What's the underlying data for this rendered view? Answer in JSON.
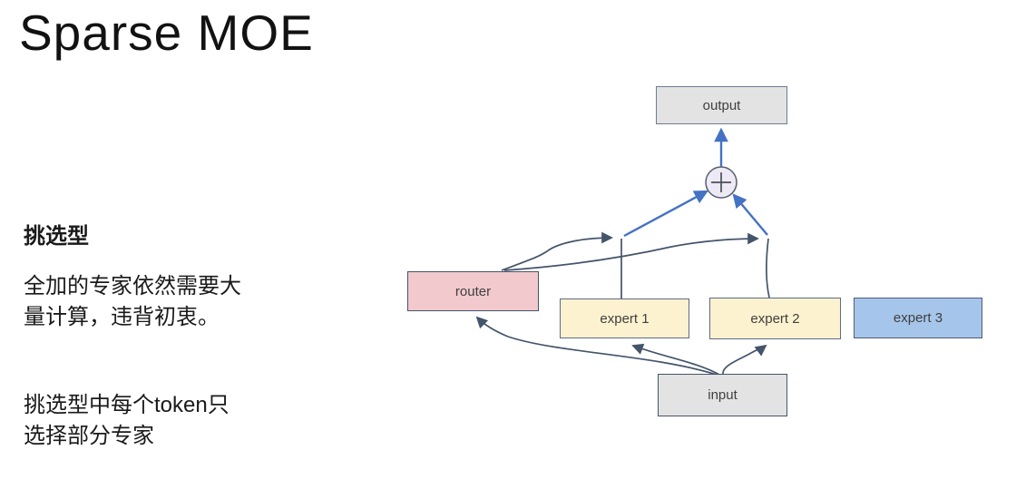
{
  "slide": {
    "title": "Sparse MOE",
    "notes": {
      "heading": "挑选型",
      "para1": "全加的专家依然需要大\n量计算，违背初衷。",
      "para2": "挑选型中每个token只\n选择部分专家"
    }
  },
  "diagram": {
    "nodes": {
      "output": {
        "label": "output"
      },
      "router": {
        "label": "router"
      },
      "expert1": {
        "label": "expert 1"
      },
      "expert2": {
        "label": "expert 2"
      },
      "expert3": {
        "label": "expert 3"
      },
      "input": {
        "label": "input"
      }
    },
    "sum_icon": "plus-circle",
    "colors": {
      "line_dark": "#44546A",
      "line_blue": "#4472C4",
      "box_gray_fill": "#E3E3E3",
      "box_gray_border": "#6E7B91",
      "router_fill": "#F2CACE",
      "router_border": "#44546A",
      "expert_yellow_fill": "#FDF2CF",
      "expert_yellow_border": "#5D6B85",
      "expert_blue_fill": "#A6C5EA",
      "expert_blue_border": "#4F5D75",
      "sum_fill": "#EDEAF5",
      "sum_border": "#555E6E",
      "text_dark": "#3F3F3F"
    }
  }
}
